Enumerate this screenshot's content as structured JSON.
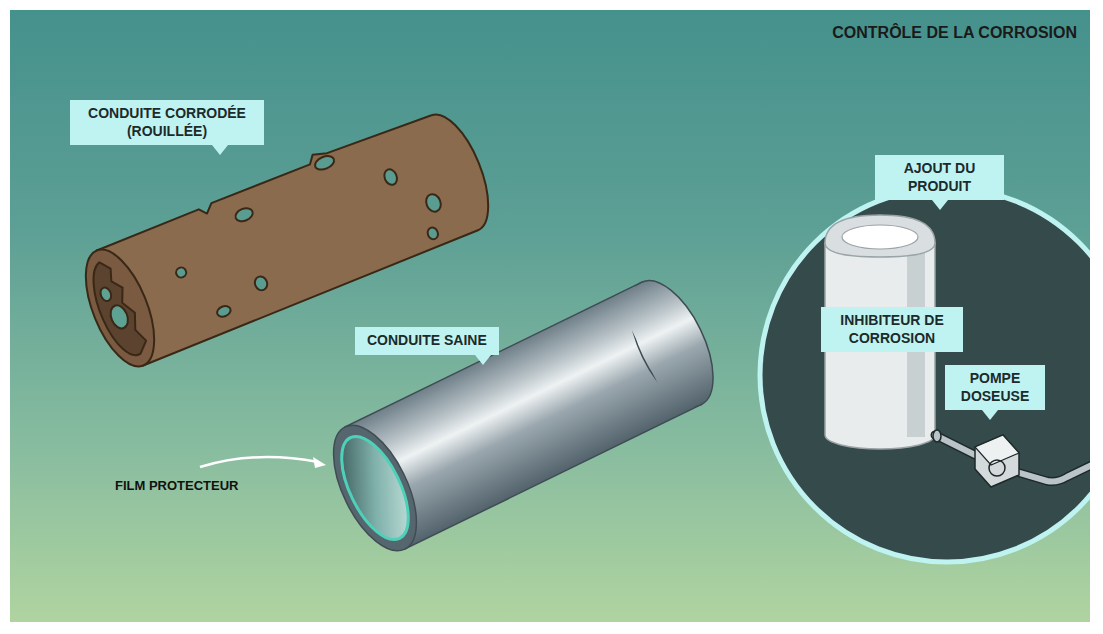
{
  "diagram": {
    "title": "CONTRÔLE DE LA CORROSION",
    "nodes": [
      {
        "text": [
          "CONDUITE CORRODÉE (ROUILLÉE)"
        ]
      },
      {
        "text": [
          "CONDUITE SAINE"
        ]
      },
      {
        "text": [
          "AJOUT DU PRODUIT"
        ]
      },
      {
        "text": [
          "INHIBITEUR DE CORROSION"
        ],
        "in": 2
      },
      {
        "text": [
          "POMPE DOSEUSE"
        ],
        "in": 2
      }
    ],
    "labels": [
      "FILM PROTECTEUR"
    ]
  }
}
